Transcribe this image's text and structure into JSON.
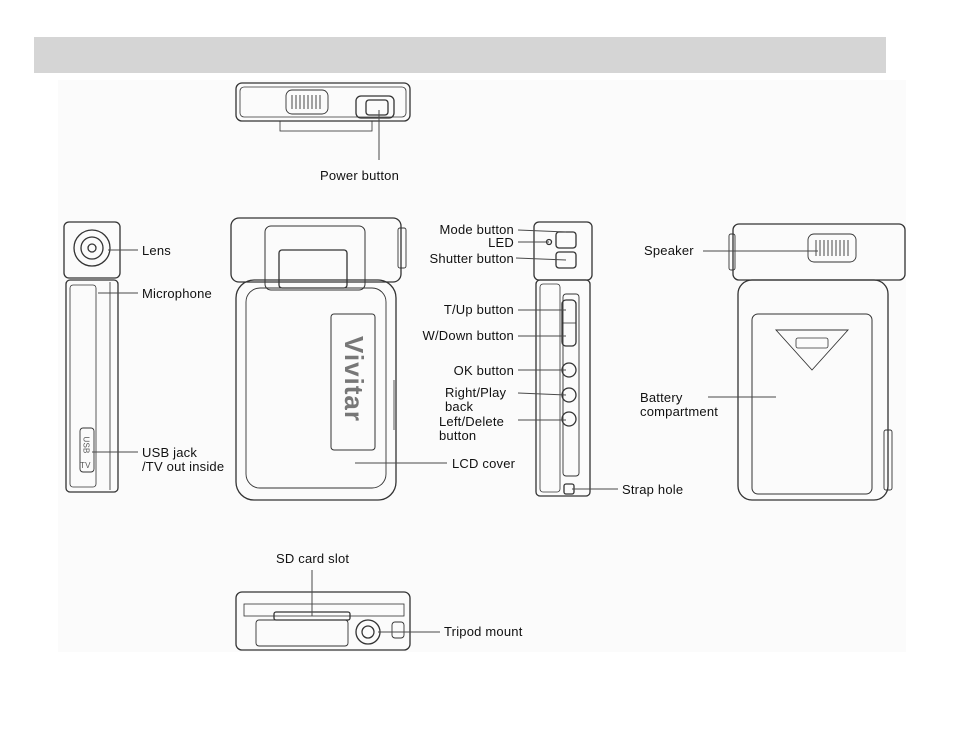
{
  "labels": {
    "power_button": "Power button",
    "lens": "Lens",
    "microphone": "Microphone",
    "usb_jack_1": "USB jack",
    "usb_jack_2": "/TV out inside",
    "lcd_cover": "LCD cover",
    "mode_button": "Mode button",
    "led": "LED",
    "shutter_button": "Shutter button",
    "t_up_button": "T/Up button",
    "w_down_button": "W/Down button",
    "ok_button": "OK button",
    "right_play_1": "Right/Play",
    "right_play_2": "back",
    "left_delete_1": "Left/Delete",
    "left_delete_2": "button",
    "strap_hole": "Strap hole",
    "speaker": "Speaker",
    "battery_1": "Battery",
    "battery_2": "compartment",
    "sd_card_slot": "SD card slot",
    "tripod_mount": "Tripod mount"
  },
  "device": {
    "brand": "Vivitar",
    "usb_mark": "USB",
    "tv_mark": "TV"
  },
  "colors": {
    "header": "#d5d5d5",
    "outline": "#333333",
    "leader": "#4a4a4a"
  }
}
